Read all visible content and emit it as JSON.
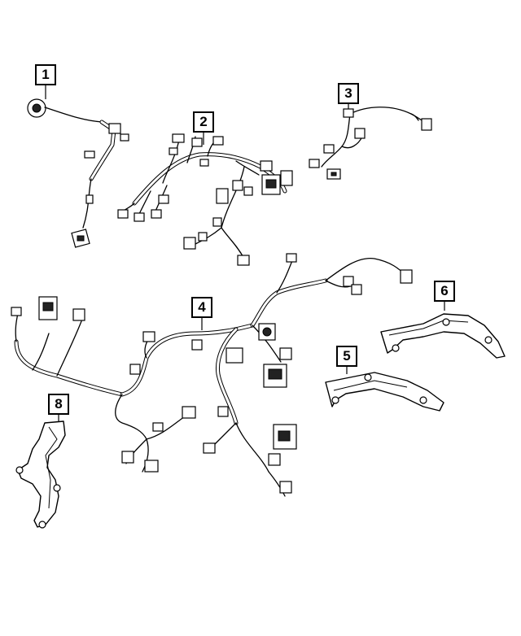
{
  "callouts": [
    {
      "label": "1"
    },
    {
      "label": "2"
    },
    {
      "label": "3"
    },
    {
      "label": "4"
    },
    {
      "label": "5"
    },
    {
      "label": "6"
    },
    {
      "label": "8"
    }
  ]
}
